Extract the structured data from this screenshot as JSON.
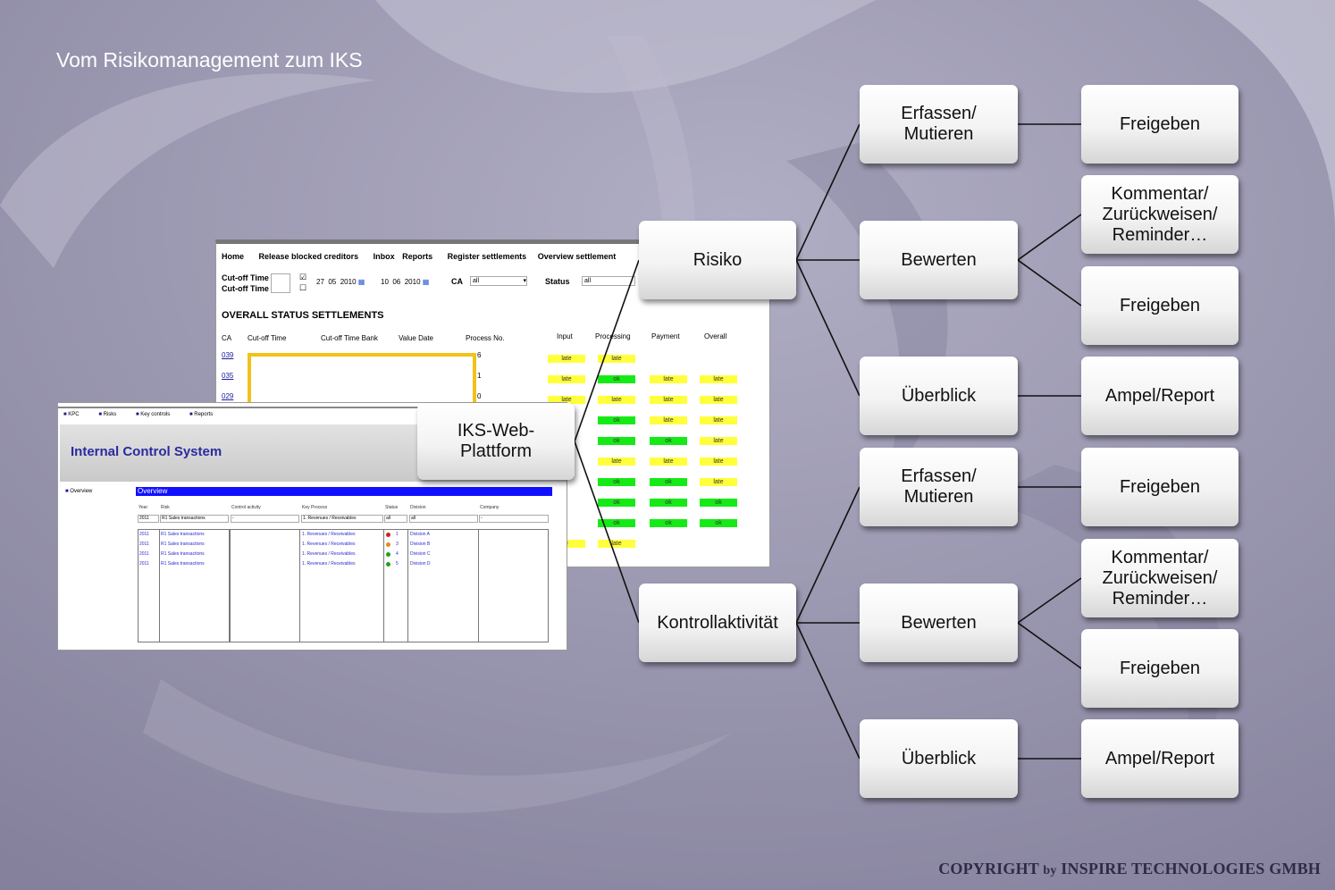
{
  "title": "Vom Risikomanagement zum IKS",
  "copyright": {
    "main": "COPYRIGHT",
    "by": "by",
    "rest": "INSPIRE TECHNOLOGIES GMBH"
  },
  "nodes": {
    "center": "IKS-Web-\nPlattform",
    "risiko": "Risiko",
    "kontroll": "Kontrollaktivität",
    "r_erfassen": "Erfassen/\nMutieren",
    "r_bewerten": "Bewerten",
    "r_ueberblick": "Überblick",
    "r_freigeben1": "Freigeben",
    "r_kommentar": "Kommentar/\nZurückweisen/\nReminder…",
    "r_freigeben2": "Freigeben",
    "r_ampel": "Ampel/Report",
    "k_erfassen": "Erfassen/\nMutieren",
    "k_bewerten": "Bewerten",
    "k_ueberblick": "Überblick",
    "k_freigeben1": "Freigeben",
    "k_kommentar": "Kommentar/\nZurückweisen/\nReminder…",
    "k_freigeben2": "Freigeben",
    "k_ampel": "Ampel/Report"
  },
  "shot1": {
    "menu": [
      "Home",
      "Release blocked creditors",
      "Inbox",
      "Reports",
      "Register settlements",
      "Overview settlement"
    ],
    "cutoff1": "Cut-off Time",
    "cutoff2": "Cut-off Time",
    "date1": [
      "27",
      "05",
      "2010"
    ],
    "date2": [
      "10",
      "06",
      "2010"
    ],
    "ca_label": "CA",
    "ca_value": "all",
    "status_label": "Status",
    "status_value": "all",
    "heading": "OVERALL STATUS SETTLEMENTS",
    "columns": [
      "CA",
      "Cut-off Time",
      "Cut-off Time Bank",
      "Value Date",
      "Process No.",
      "Input",
      "Processing",
      "Payment",
      "Overall"
    ],
    "links": [
      "039",
      "035",
      "029"
    ],
    "process_nos": [
      "6",
      "1",
      "0"
    ],
    "status_rows": [
      [
        "late",
        "late",
        "",
        ""
      ],
      [
        "late",
        "ok",
        "late",
        "late"
      ],
      [
        "late",
        "late",
        "late",
        "late"
      ],
      [
        "",
        "ok",
        "late",
        "late"
      ],
      [
        "",
        "ok",
        "ok",
        "late"
      ],
      [
        "",
        "late",
        "late",
        "late"
      ],
      [
        "",
        "ok",
        "ok",
        "late"
      ],
      [
        "",
        "ok",
        "ok",
        "ok"
      ],
      [
        "",
        "ok",
        "ok",
        "ok"
      ],
      [
        "e",
        "late",
        "",
        ""
      ]
    ]
  },
  "shot2": {
    "nav": [
      "KPC",
      "Risks",
      "Key controls",
      "Reports"
    ],
    "banner": "Internal Control System",
    "side": "Overview",
    "bar": "Overview",
    "filter_labels": [
      "Year",
      "Risk",
      "Control activity",
      "Key Process",
      "Status",
      "Division",
      "Company"
    ],
    "filter_values": [
      "2011",
      "R1 Sales transactions",
      "-",
      "1. Revenues / Receivables",
      "all",
      "all",
      "-"
    ],
    "rows": [
      {
        "year": "2011",
        "risk": "R1 Sales transactions",
        "process": "1. Revenues / Receivables",
        "status": "1",
        "division": "Division A"
      },
      {
        "year": "2011",
        "risk": "R1 Sales transactions",
        "process": "1. Revenues / Receivables",
        "status": "3",
        "division": "Division B"
      },
      {
        "year": "2011",
        "risk": "R1 Sales transactions",
        "process": "1. Revenues / Receivables",
        "status": "4",
        "division": "Division C"
      },
      {
        "year": "2011",
        "risk": "R1 Sales transactions",
        "process": "1. Revenues / Receivables",
        "status": "5",
        "division": "Division D"
      }
    ]
  },
  "colors": {
    "background": "#928ea8",
    "late": "#ffff3c",
    "ok": "#16ea16",
    "ics_bar": "#1010ff",
    "ics_title": "#2a2aa0"
  }
}
